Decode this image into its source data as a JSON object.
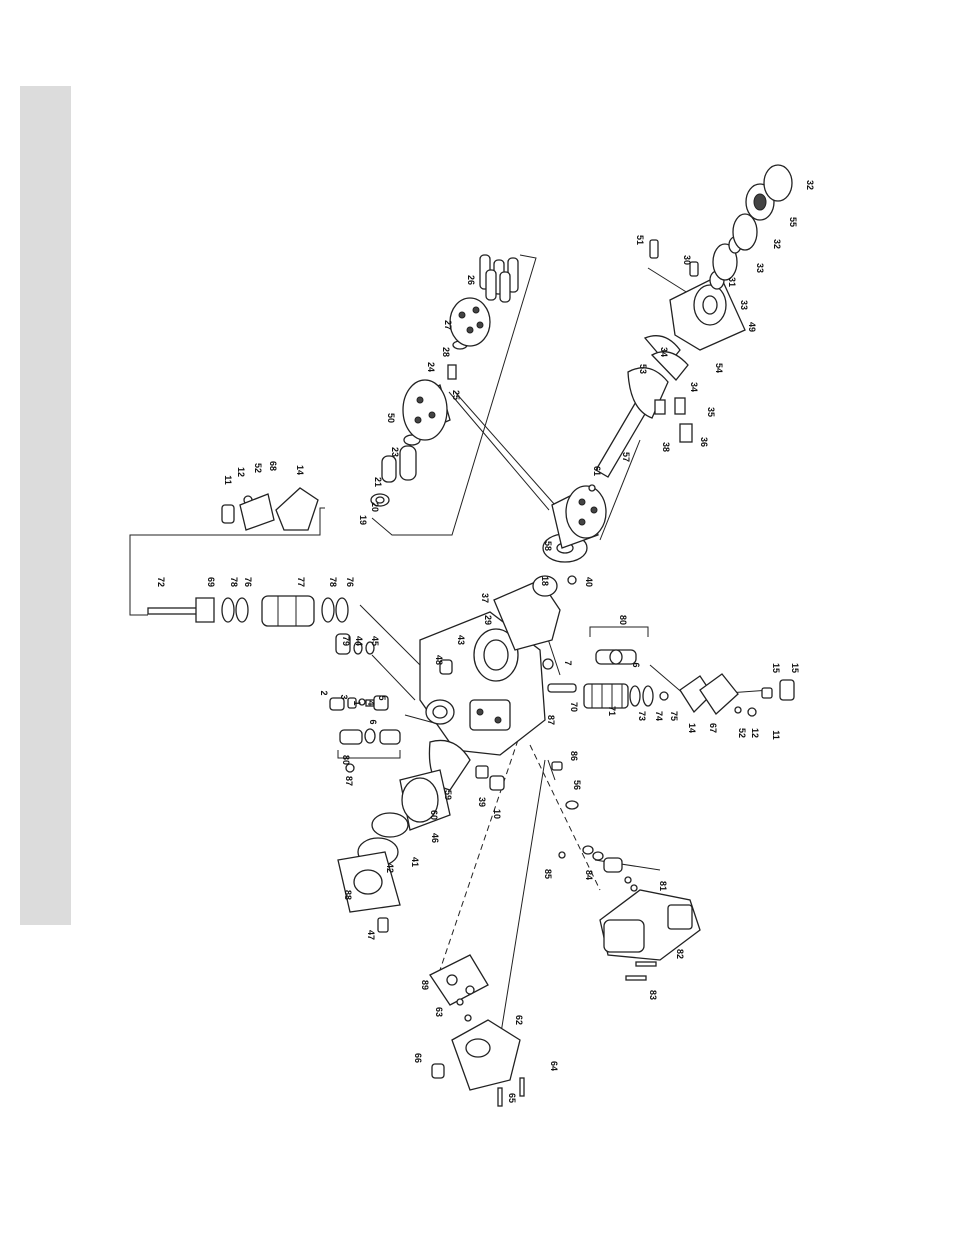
{
  "figure": {
    "sidebar_color": "#dcdcdc",
    "ink_color": "#222222",
    "callouts": [
      {
        "id": "c19",
        "text": "19"
      },
      {
        "id": "c20",
        "text": "20"
      },
      {
        "id": "c21",
        "text": "21"
      },
      {
        "id": "c23",
        "text": "23"
      },
      {
        "id": "c50",
        "text": "50"
      },
      {
        "id": "c25",
        "text": "25"
      },
      {
        "id": "c24",
        "text": "24"
      },
      {
        "id": "c28",
        "text": "28"
      },
      {
        "id": "c27",
        "text": "27"
      },
      {
        "id": "c26",
        "text": "26"
      },
      {
        "id": "c11a",
        "text": "11"
      },
      {
        "id": "c12a",
        "text": "12"
      },
      {
        "id": "c52a",
        "text": "52"
      },
      {
        "id": "c68",
        "text": "68"
      },
      {
        "id": "c14a",
        "text": "14"
      },
      {
        "id": "c72",
        "text": "72"
      },
      {
        "id": "c69",
        "text": "69"
      },
      {
        "id": "c78a",
        "text": "78"
      },
      {
        "id": "c76a",
        "text": "76"
      },
      {
        "id": "c77",
        "text": "77"
      },
      {
        "id": "c78b",
        "text": "78"
      },
      {
        "id": "c76b",
        "text": "76"
      },
      {
        "id": "c79",
        "text": "79"
      },
      {
        "id": "c44",
        "text": "44"
      },
      {
        "id": "c45",
        "text": "45"
      },
      {
        "id": "c2",
        "text": "2"
      },
      {
        "id": "c3",
        "text": "3"
      },
      {
        "id": "c1",
        "text": "1"
      },
      {
        "id": "c4",
        "text": "4"
      },
      {
        "id": "c5",
        "text": "5"
      },
      {
        "id": "c6a",
        "text": "6"
      },
      {
        "id": "c80a",
        "text": "80"
      },
      {
        "id": "c87a",
        "text": "87"
      },
      {
        "id": "c48",
        "text": "48"
      },
      {
        "id": "c43",
        "text": "43"
      },
      {
        "id": "c29",
        "text": "29"
      },
      {
        "id": "c37",
        "text": "37"
      },
      {
        "id": "c18",
        "text": "18"
      },
      {
        "id": "c58",
        "text": "58"
      },
      {
        "id": "c40",
        "text": "40"
      },
      {
        "id": "c80b",
        "text": "80"
      },
      {
        "id": "c6b",
        "text": "6"
      },
      {
        "id": "c7",
        "text": "7"
      },
      {
        "id": "c87b",
        "text": "87"
      },
      {
        "id": "c70",
        "text": "70"
      },
      {
        "id": "c71",
        "text": "71"
      },
      {
        "id": "c73",
        "text": "73"
      },
      {
        "id": "c74",
        "text": "74"
      },
      {
        "id": "c75",
        "text": "75"
      },
      {
        "id": "c14b",
        "text": "14"
      },
      {
        "id": "c67",
        "text": "67"
      },
      {
        "id": "c52b",
        "text": "52"
      },
      {
        "id": "c12b",
        "text": "12"
      },
      {
        "id": "c11b",
        "text": "11"
      },
      {
        "id": "c15a",
        "text": "15"
      },
      {
        "id": "c15b",
        "text": "15"
      },
      {
        "id": "c86",
        "text": "86"
      },
      {
        "id": "c39",
        "text": "39"
      },
      {
        "id": "c10",
        "text": "10"
      },
      {
        "id": "c59",
        "text": "59"
      },
      {
        "id": "c60",
        "text": "60"
      },
      {
        "id": "c46",
        "text": "46"
      },
      {
        "id": "c41",
        "text": "41"
      },
      {
        "id": "c42",
        "text": "42"
      },
      {
        "id": "c88",
        "text": "88"
      },
      {
        "id": "c47",
        "text": "47"
      },
      {
        "id": "c56",
        "text": "56"
      },
      {
        "id": "c85",
        "text": "85"
      },
      {
        "id": "c84",
        "text": "84"
      },
      {
        "id": "c81",
        "text": "81"
      },
      {
        "id": "c82",
        "text": "82"
      },
      {
        "id": "c83",
        "text": "83"
      },
      {
        "id": "c89",
        "text": "89"
      },
      {
        "id": "c63",
        "text": "63"
      },
      {
        "id": "c62",
        "text": "62"
      },
      {
        "id": "c66",
        "text": "66"
      },
      {
        "id": "c65",
        "text": "65"
      },
      {
        "id": "c64",
        "text": "64"
      },
      {
        "id": "c61",
        "text": "61"
      },
      {
        "id": "c57",
        "text": "57"
      },
      {
        "id": "c53",
        "text": "53"
      },
      {
        "id": "c38",
        "text": "38"
      },
      {
        "id": "c36",
        "text": "36"
      },
      {
        "id": "c35",
        "text": "35"
      },
      {
        "id": "c34a",
        "text": "34"
      },
      {
        "id": "c34b",
        "text": "34"
      },
      {
        "id": "c54",
        "text": "54"
      },
      {
        "id": "c49",
        "text": "49"
      },
      {
        "id": "c51",
        "text": "51"
      },
      {
        "id": "c30",
        "text": "30"
      },
      {
        "id": "c31",
        "text": "31"
      },
      {
        "id": "c33a",
        "text": "33"
      },
      {
        "id": "c33b",
        "text": "33"
      },
      {
        "id": "c32a",
        "text": "32"
      },
      {
        "id": "c55",
        "text": "55"
      },
      {
        "id": "c32b",
        "text": "32"
      }
    ]
  }
}
